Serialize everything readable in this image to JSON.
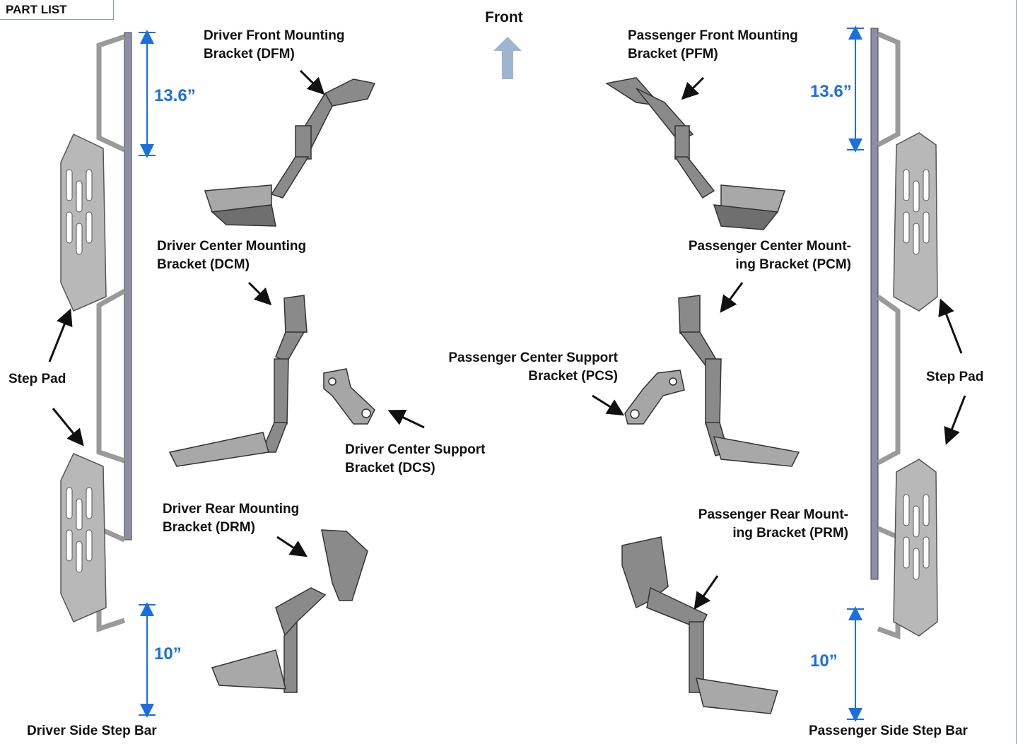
{
  "tab_title": "PART LIST",
  "direction_label": "Front",
  "driver_side": {
    "bar_label": "Driver Side Step Bar",
    "step_pad_label": "Step Pad",
    "top_dimension": "13.6”",
    "bottom_dimension": "10”"
  },
  "passenger_side": {
    "bar_label": "Passenger Side Step Bar",
    "step_pad_label": "Step Pad",
    "top_dimension": "13.6”",
    "bottom_dimension": "10”"
  },
  "parts": {
    "dfm": {
      "line1": "Driver Front Mounting",
      "line2": "Bracket (DFM)"
    },
    "pfm": {
      "line1": "Passenger Front Mounting",
      "line2": "Bracket (PFM)"
    },
    "dcm": {
      "line1": "Driver Center Mounting",
      "line2": "Bracket (DCM)"
    },
    "pcm": {
      "line1": "Passenger Center Mount-",
      "line2": "ing Bracket (PCM)"
    },
    "pcs": {
      "line1": "Passenger Center Support",
      "line2": "Bracket (PCS)"
    },
    "dcs": {
      "line1": "Driver Center Support",
      "line2": "Bracket (DCS)"
    },
    "drm": {
      "line1": "Driver Rear Mounting",
      "line2": "Bracket (DRM)"
    },
    "prm": {
      "line1": "Passenger Rear Mount-",
      "line2": "ing Bracket (PRM)"
    }
  },
  "colors": {
    "dimension_blue": "#1a6fe0",
    "front_arrow": "#9fb4cf",
    "metal_gray": "#8a8a8a",
    "frame_border": "#7f9fbf"
  }
}
